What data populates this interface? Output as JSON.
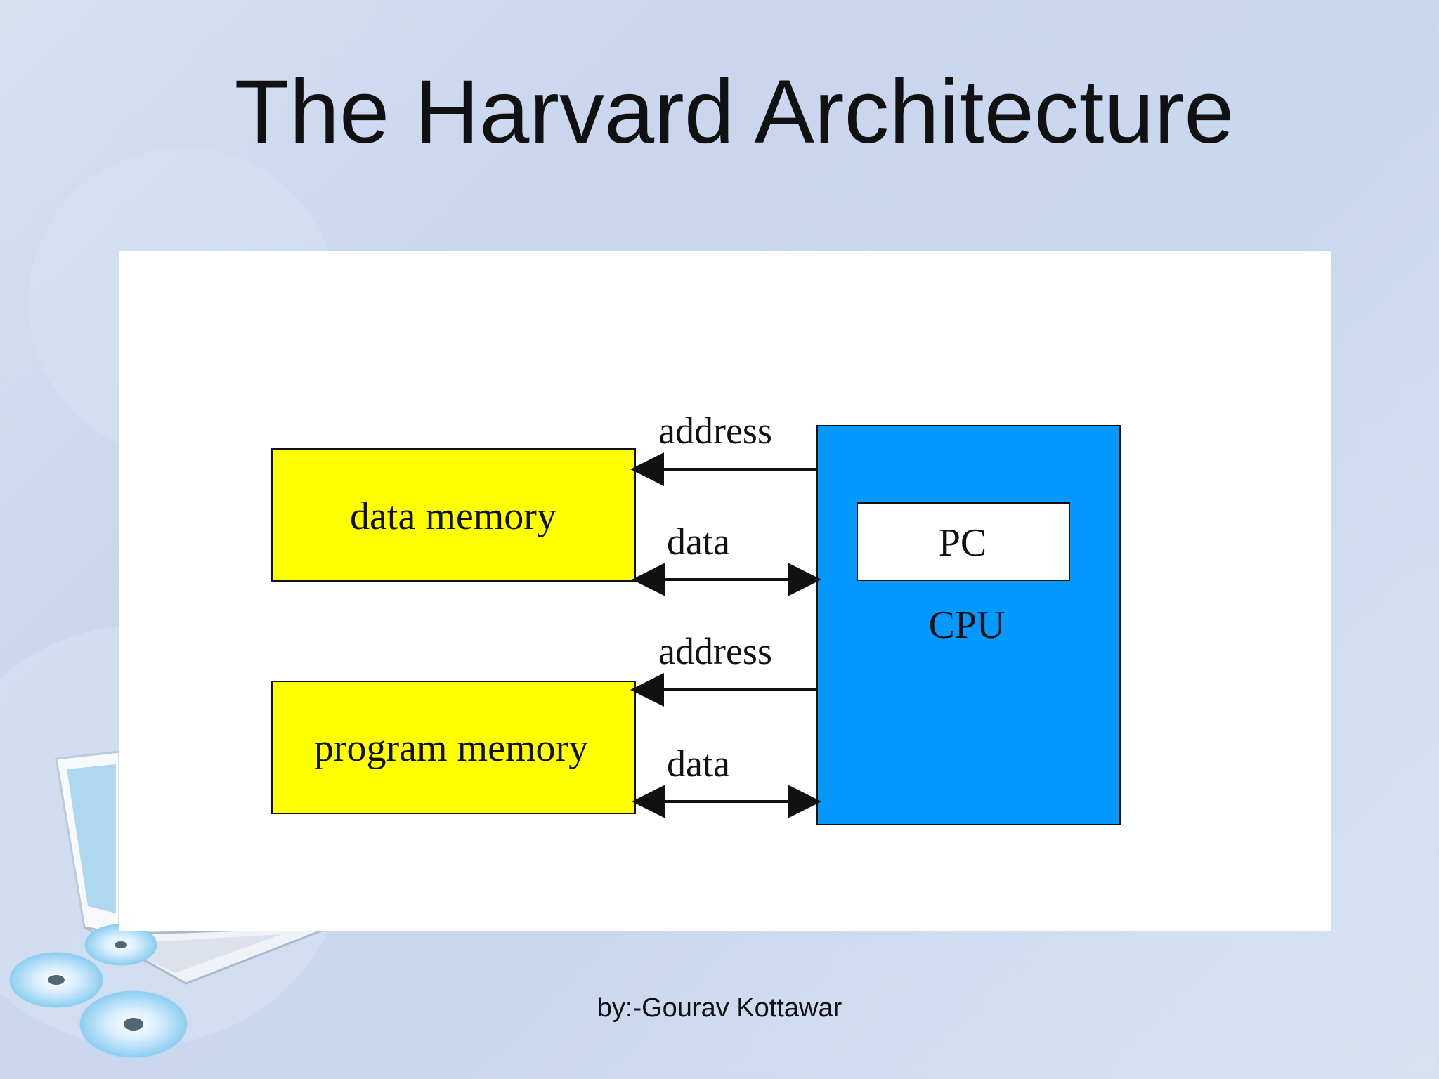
{
  "slide": {
    "title": "The Harvard Architecture",
    "byline": "by:-Gourav Kottawar"
  },
  "diagram": {
    "blocks": {
      "data_memory": "data memory",
      "program_memory": "program memory",
      "pc": "PC",
      "cpu": "CPU"
    },
    "buses": {
      "data_memory_address": "address",
      "data_memory_data": "data",
      "program_memory_address": "address",
      "program_memory_data": "data"
    },
    "colors": {
      "memory_fill": "#ffff00",
      "cpu_fill": "#0399ff",
      "pc_fill": "#ffffff",
      "line": "#111111"
    }
  }
}
